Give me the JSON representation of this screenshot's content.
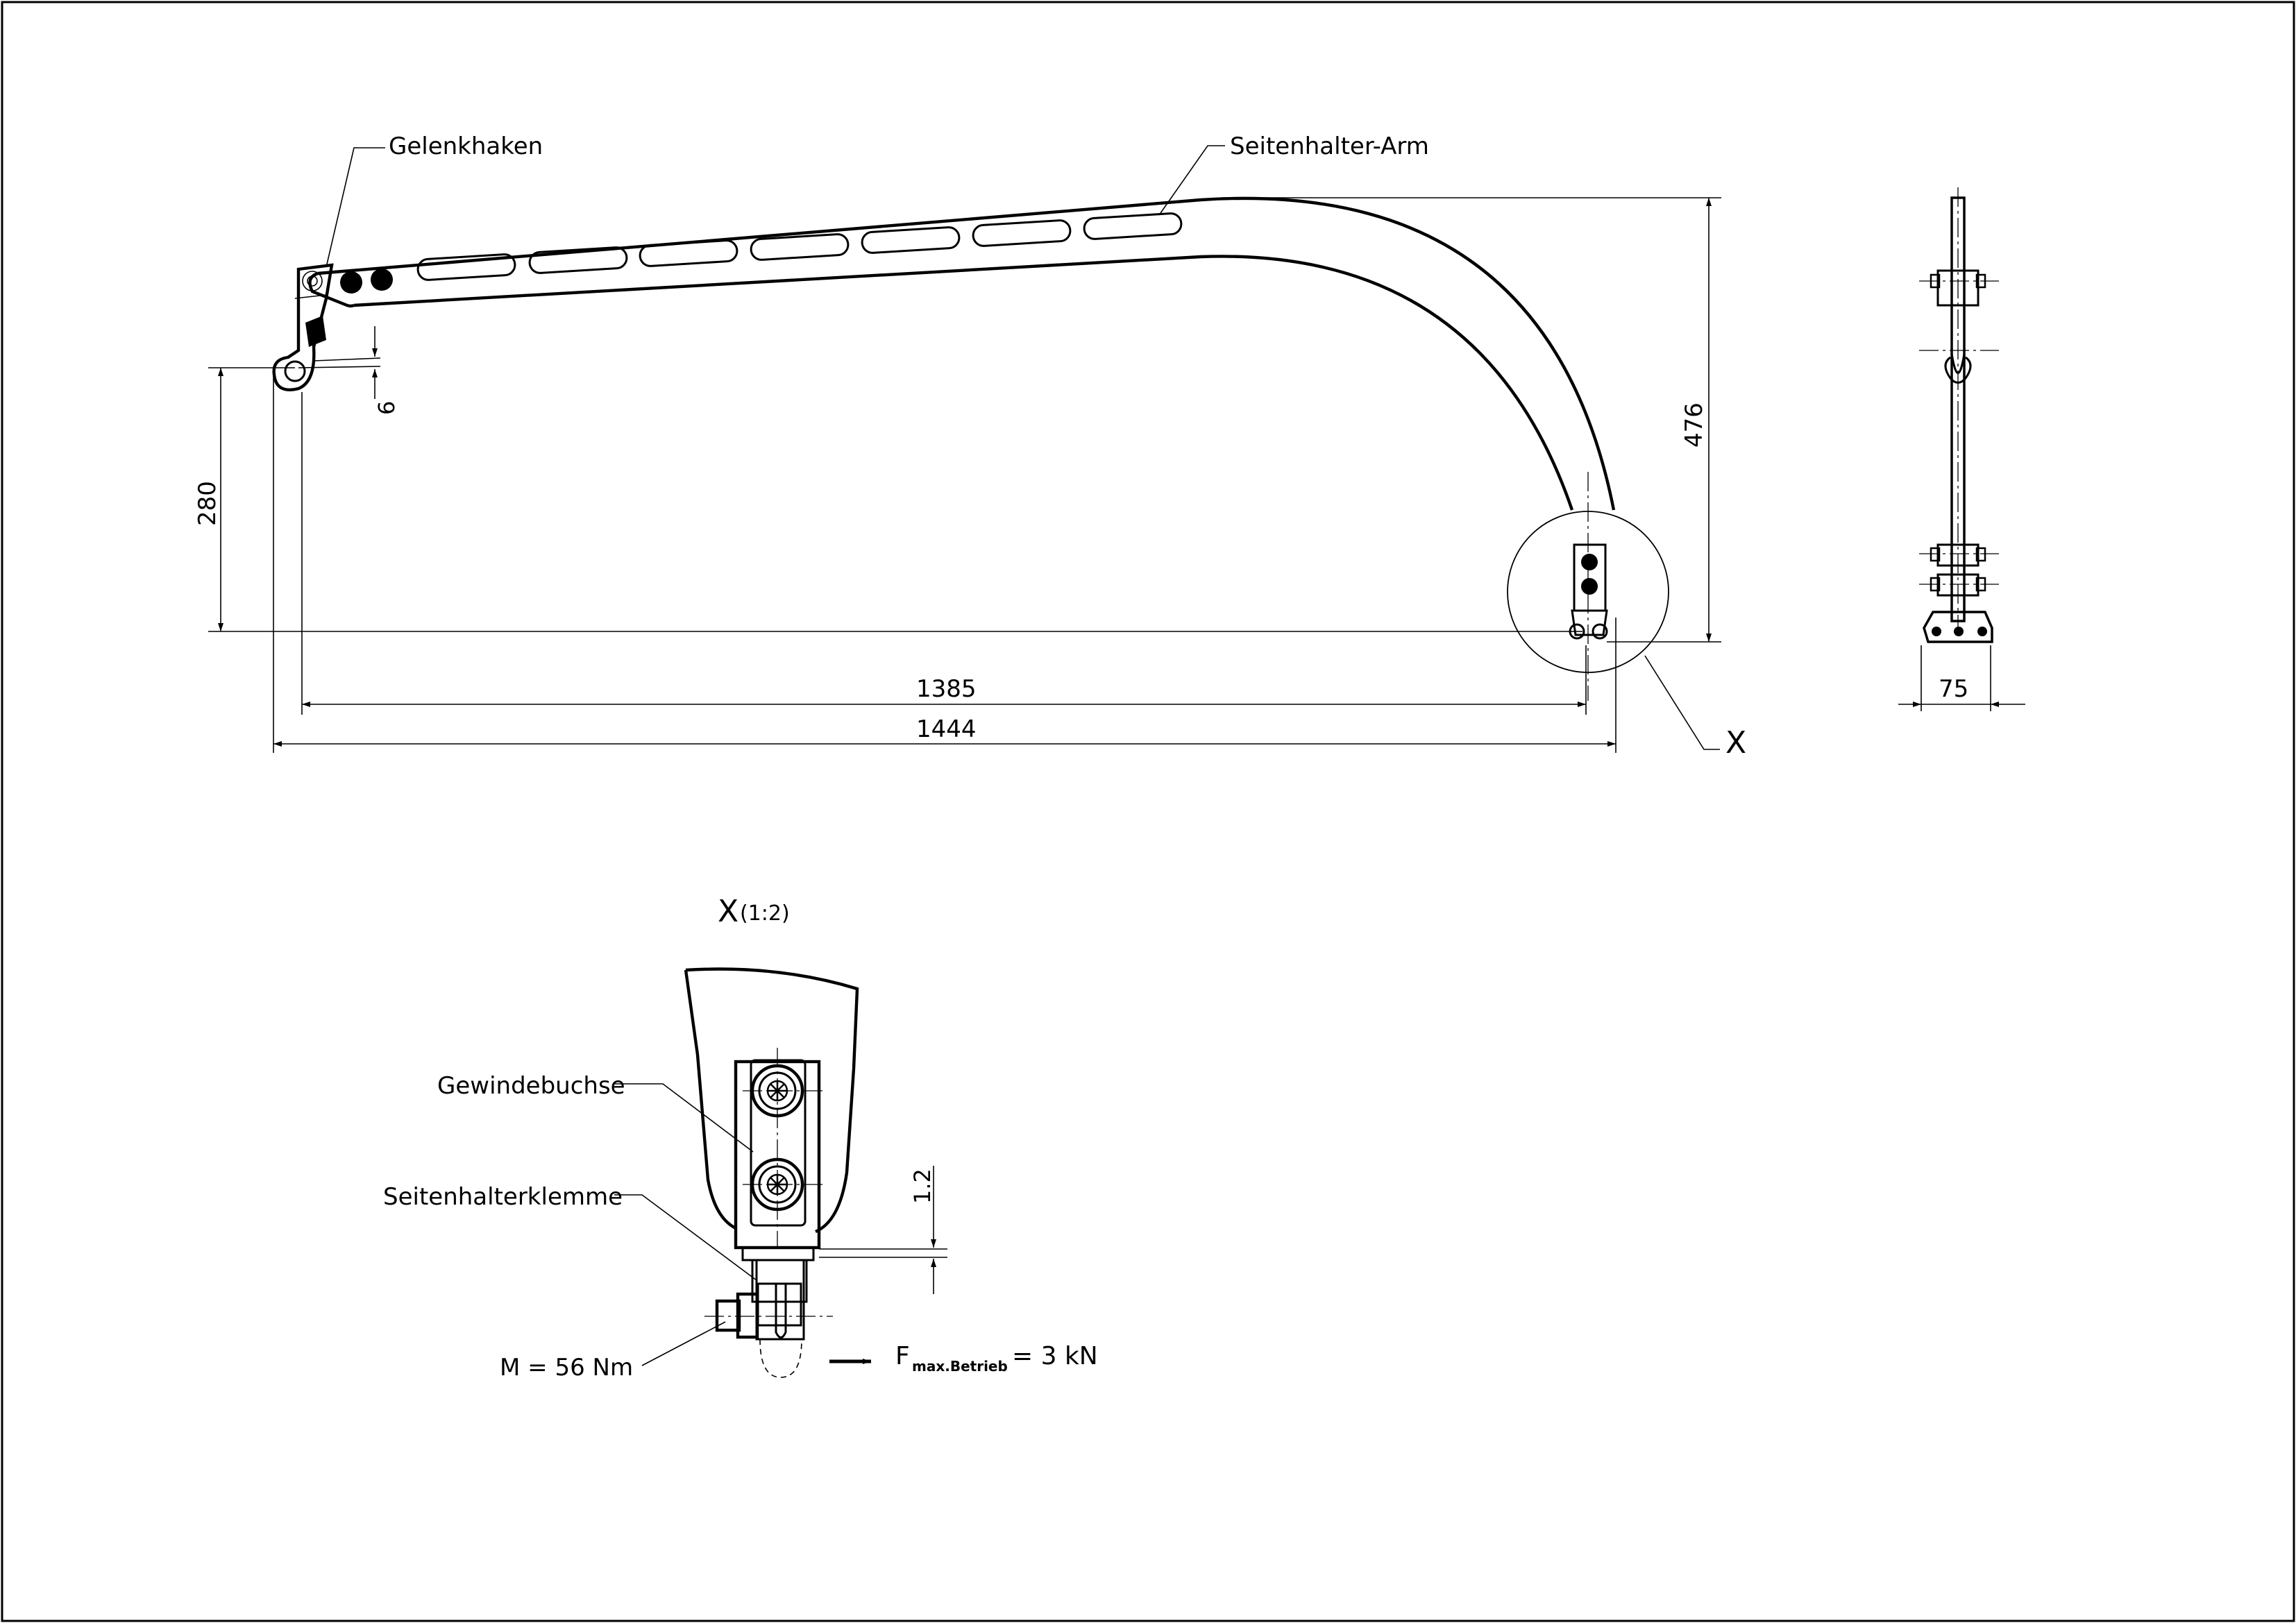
{
  "labels": {
    "gelenkhaken": "Gelenkhaken",
    "seitenhalter_arm": "Seitenhalter-Arm",
    "gewindebuchse": "Gewindebuchse",
    "seitenhalterklemme": "Seitenhalterklemme",
    "torque": "M = 56 Nm",
    "force_prefix": "F",
    "force_subscript": "max.Betrieb",
    "force_value": "= 3 kN"
  },
  "detail": {
    "marker": "X",
    "title_letter": "X",
    "title_scale": "(1:2)"
  },
  "dimensions": {
    "d6": "6",
    "d280": "280",
    "d476": "476",
    "d1385": "1385",
    "d1444": "1444",
    "d75": "75",
    "d1_2": "1.2"
  }
}
